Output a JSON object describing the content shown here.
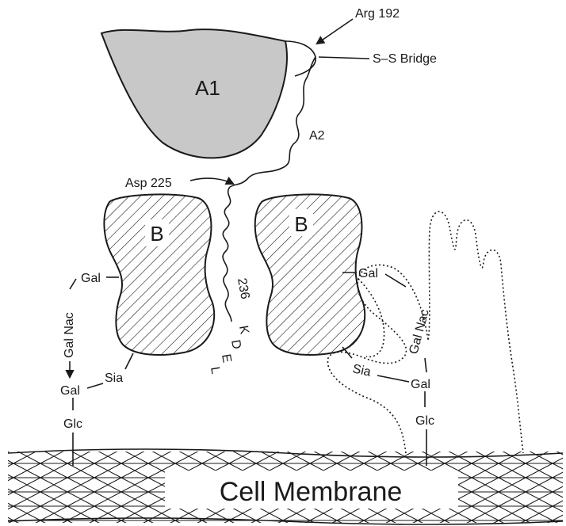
{
  "labels": {
    "arg192": "Arg 192",
    "ss_bridge": "S–S Bridge",
    "a1": "A1",
    "a2": "A2",
    "asp225": "Asp 225",
    "b_left": "B",
    "b_right": "B",
    "res236": "236",
    "kdel": [
      "K",
      "D",
      "E",
      "L"
    ],
    "gal_left_top": "Gal",
    "galnac_left": "Gal Nac",
    "gal_left_bottom": "Gal",
    "sia_left": "Sia",
    "glc_left": "Glc",
    "gal_right_top": "Gal",
    "galnac_right": "Gal Nac",
    "sia_right": "Sia",
    "gal_right_bottom": "Gal",
    "glc_right": "Glc",
    "membrane": "Cell Membrane"
  },
  "colors": {
    "a1_fill": "#c8c8c8",
    "ink": "#1a1a1a"
  }
}
